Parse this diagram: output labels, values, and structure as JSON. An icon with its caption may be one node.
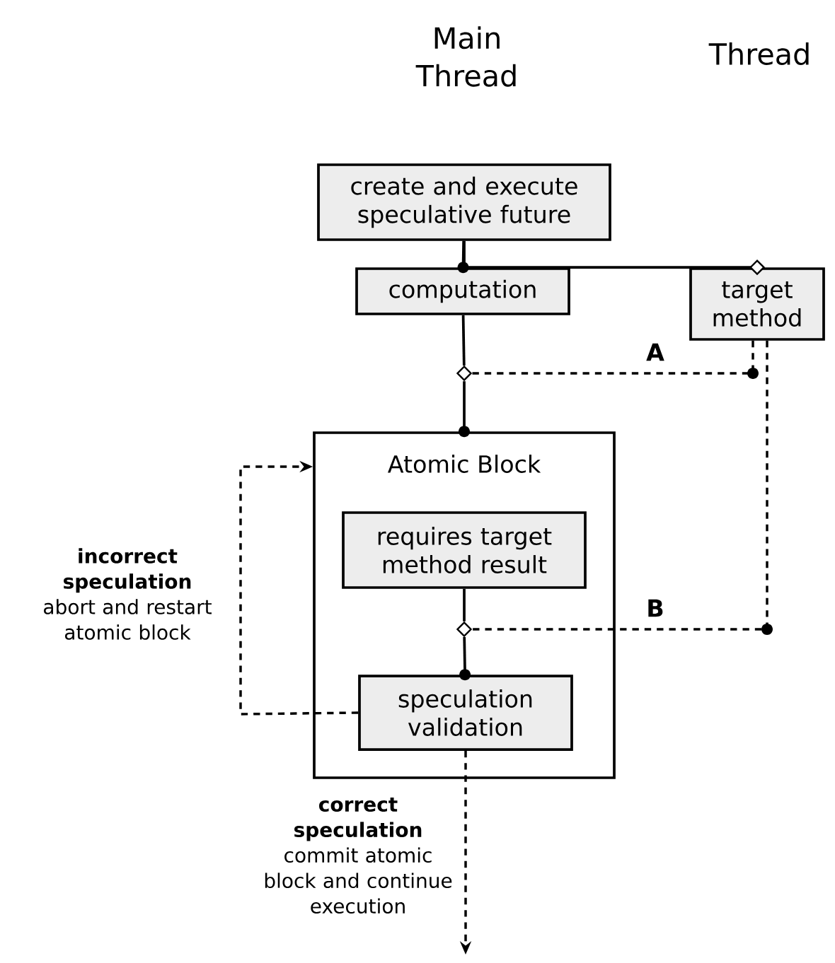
{
  "diagram": {
    "nodes": [
      {
        "text": [
          "create and execute speculative future"
        ]
      },
      {
        "text": [
          "computation"
        ]
      },
      {
        "text": [
          "target method"
        ]
      },
      {
        "text": [
          "Atomic Block"
        ]
      },
      {
        "text": [
          "requires target method result"
        ],
        "in": 3
      },
      {
        "text": [
          "speculation validation"
        ],
        "in": 3
      },
      {
        "text": [],
        "shape": "diamond"
      },
      {
        "text": [],
        "shape": "diamond",
        "in": 3
      }
    ],
    "edges": [
      {
        "from": 0,
        "to": 1,
        "arrow": "other"
      },
      {
        "from": 0,
        "to": 2,
        "arrow": "other"
      },
      {
        "from": 1,
        "to": 6,
        "arrow": "none"
      },
      {
        "from": 6,
        "to": 3,
        "arrow": "other"
      },
      {
        "from": 2,
        "to": 6,
        "arrow": "none",
        "style": "dashed",
        "label": "A"
      },
      {
        "from": 2,
        "to": 7,
        "arrow": "none",
        "style": "dashed",
        "label": "B"
      },
      {
        "from": 4,
        "to": 7,
        "arrow": "none"
      },
      {
        "from": 7,
        "to": 5,
        "arrow": "other"
      },
      {
        "from": 5,
        "to": 3,
        "arrow": "to",
        "style": "dashed",
        "label": "**incorrect speculation** abort and restart atomic block"
      },
      {
        "from": 5,
        "to": null,
        "arrow": "to",
        "style": "dashed",
        "label": "**correct speculation** commit atomic block and continue execution"
      }
    ],
    "labels": [
      "Main Thread",
      "Thread"
    ]
  }
}
